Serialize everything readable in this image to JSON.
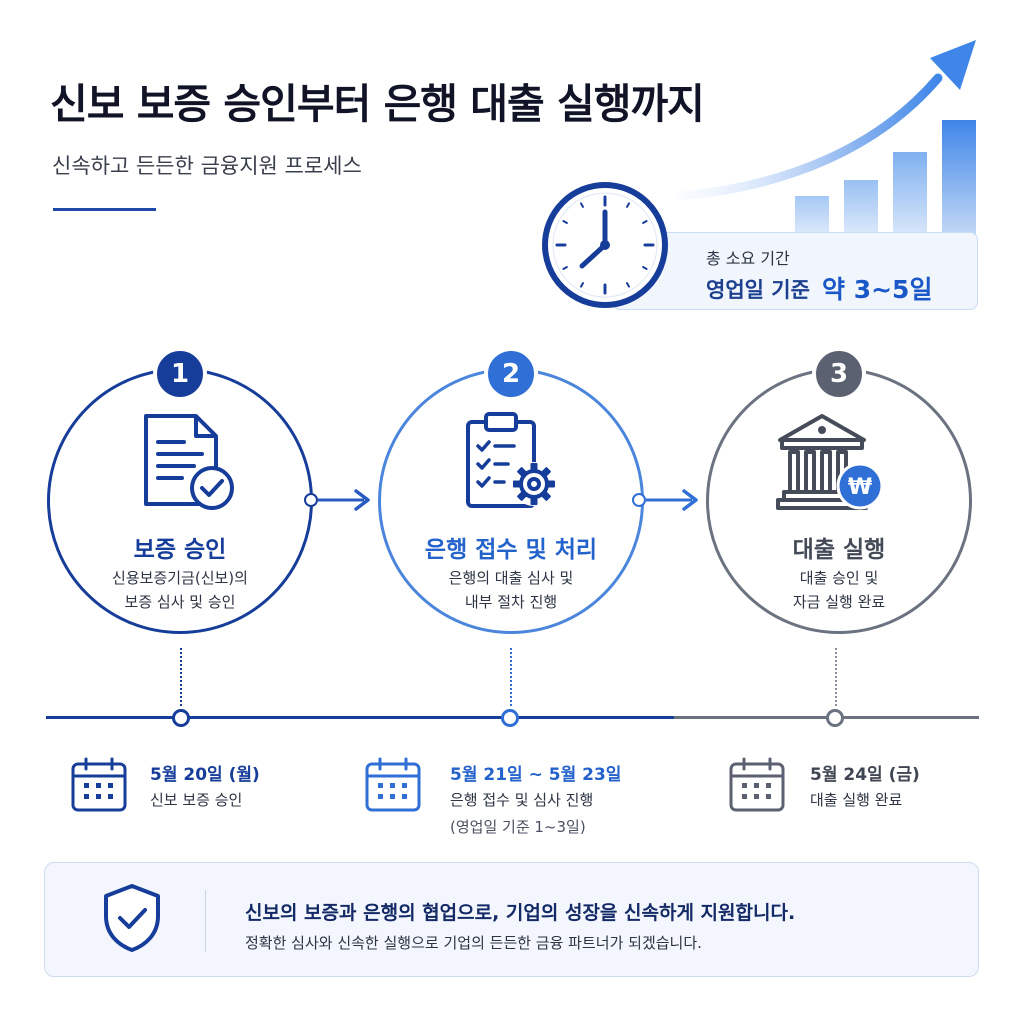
{
  "header": {
    "title": "신보 보증 승인부터 은행 대출 실행까지",
    "subtitle": "신속하고 든든한 금융지원 프로세스"
  },
  "duration": {
    "label": "총 소요 기간",
    "prefix": "영업일 기준",
    "value": "약 3~5일"
  },
  "steps": [
    {
      "number": "1",
      "title": "보증 승인",
      "desc_lines": [
        "신용보증기금(신보)의",
        "보증 심사 및 승인"
      ],
      "color": "#173d9a",
      "icon": "document-check-icon"
    },
    {
      "number": "2",
      "title": "은행 접수 및 처리",
      "desc_lines": [
        "은행의 대출 심사 및",
        "내부 절차 진행"
      ],
      "color": "#2f6fd6",
      "icon": "clipboard-gear-icon"
    },
    {
      "number": "3",
      "title": "대출 실행",
      "desc_lines": [
        "대출 승인 및",
        "자금 실행 완료"
      ],
      "color": "#5b6170",
      "icon": "bank-won-icon"
    }
  ],
  "timeline": [
    {
      "date": "5월 20일 (월)",
      "desc": "신보 보증 승인",
      "note": ""
    },
    {
      "date": "5월 21일 ~ 5월 23일",
      "desc": "은행 접수 및 심사 진행",
      "note": "(영업일 기준 1~3일)"
    },
    {
      "date": "5월 24일 (금)",
      "desc": "대출 실행 완료",
      "note": ""
    }
  ],
  "footer": {
    "main": "신보의 보증과 은행의 협업으로, 기업의 성장을 신속하게 지원합니다.",
    "sub": "정확한 심사와 신속한 실행으로 기업의 든든한 금융 파트너가 되겠습니다."
  },
  "bank_symbol": "₩",
  "colors": {
    "navy": "#173d9a",
    "blue": "#2f6fd6",
    "gray": "#5b6170"
  }
}
